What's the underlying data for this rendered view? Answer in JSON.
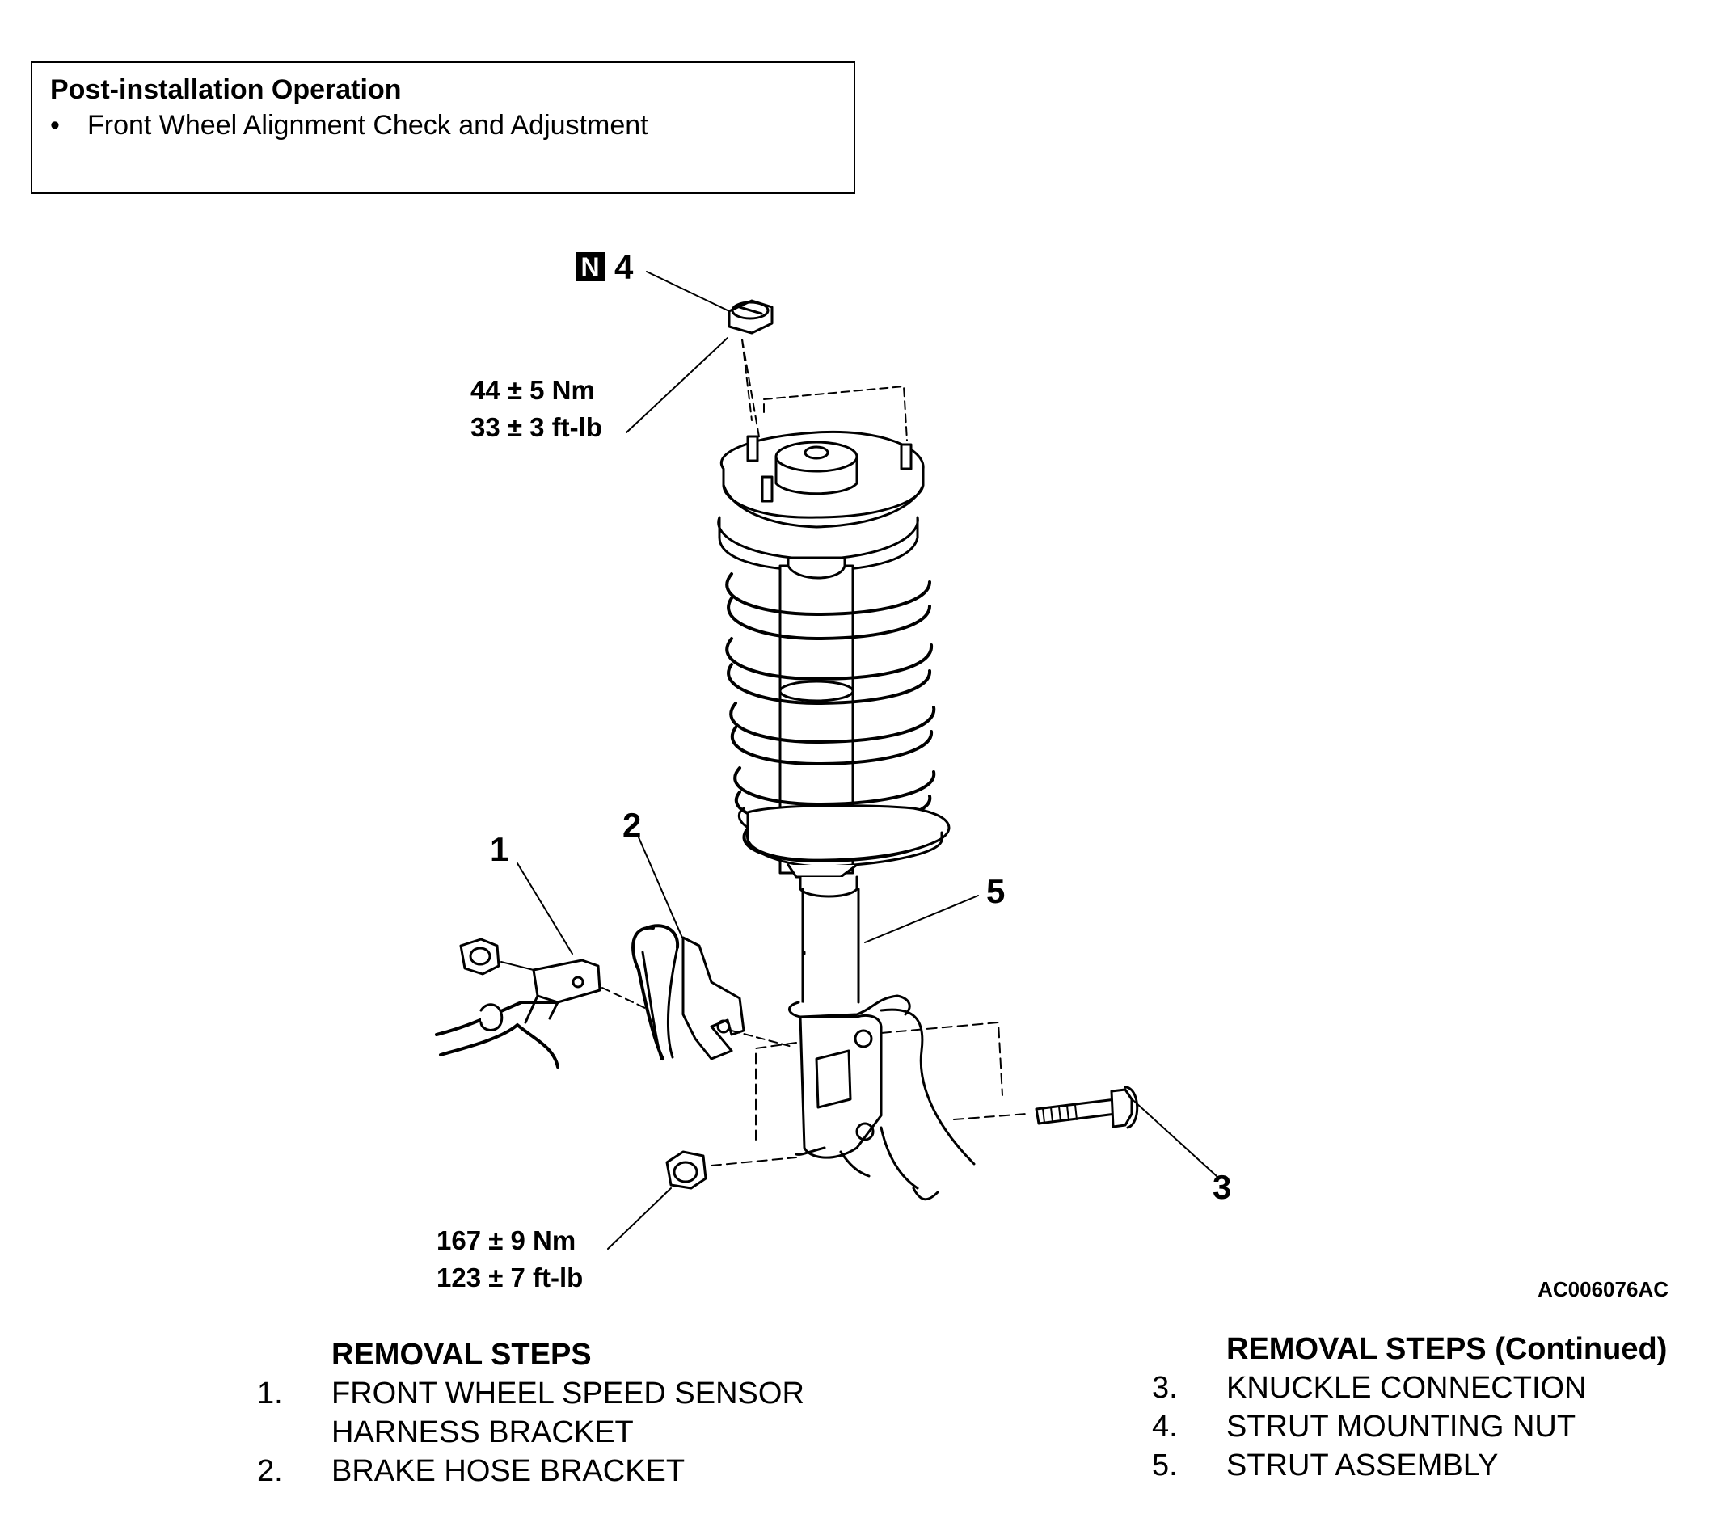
{
  "post_installation": {
    "title": "Post-installation Operation",
    "bullet": "•",
    "items": [
      "Front Wheel Alignment Check and Adjustment"
    ]
  },
  "callouts": {
    "n_mark": "N",
    "c1": "1",
    "c2": "2",
    "c3": "3",
    "c4": "4",
    "c5": "5"
  },
  "torque_upper": {
    "line1": "44 ± 5 Nm",
    "line2": "33 ± 3 ft-lb"
  },
  "torque_lower": {
    "line1": "167 ± 9 Nm",
    "line2": "123 ± 7 ft-lb"
  },
  "figure_code": "AC006076AC",
  "removal_steps": {
    "title": "REMOVAL STEPS",
    "steps": [
      {
        "num": "1.",
        "line1": "FRONT WHEEL SPEED SENSOR",
        "line2": "HARNESS BRACKET"
      },
      {
        "num": "2.",
        "line1": "BRAKE HOSE BRACKET"
      }
    ]
  },
  "removal_steps_continued": {
    "title": "REMOVAL STEPS (Continued)",
    "steps": [
      {
        "num": "3.",
        "line1": "KNUCKLE CONNECTION"
      },
      {
        "num": "4.",
        "line1": "STRUT MOUNTING NUT"
      },
      {
        "num": "5.",
        "line1": "STRUT ASSEMBLY"
      }
    ]
  }
}
